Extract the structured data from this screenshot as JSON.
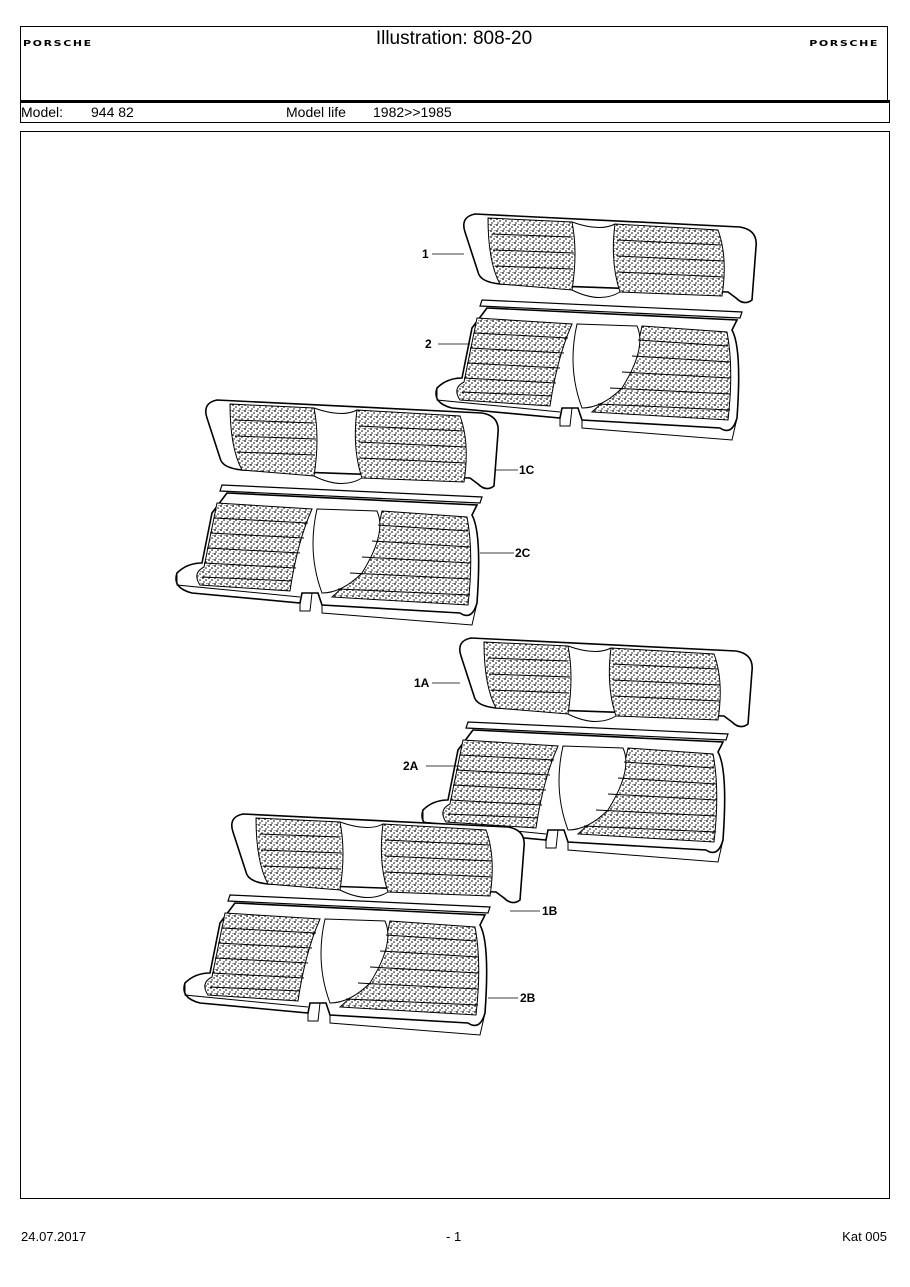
{
  "header": {
    "brand_left": "PORSCHE",
    "brand_right": "PORSCHE",
    "illustration_title": "Illustration: 808-20"
  },
  "model_bar": {
    "model_label": "Model:",
    "model_value": "944 82",
    "model_life_label": "Model life",
    "model_life_value": "1982>>1985"
  },
  "drawing": {
    "callouts": [
      "1",
      "2",
      "1C",
      "2C",
      "1A",
      "2A",
      "1B",
      "2B"
    ]
  },
  "footer": {
    "date": "24.07.2017",
    "page": "- 1",
    "catalog": "Kat 005"
  },
  "colors": {
    "ink": "#000000",
    "paper": "#ffffff"
  }
}
